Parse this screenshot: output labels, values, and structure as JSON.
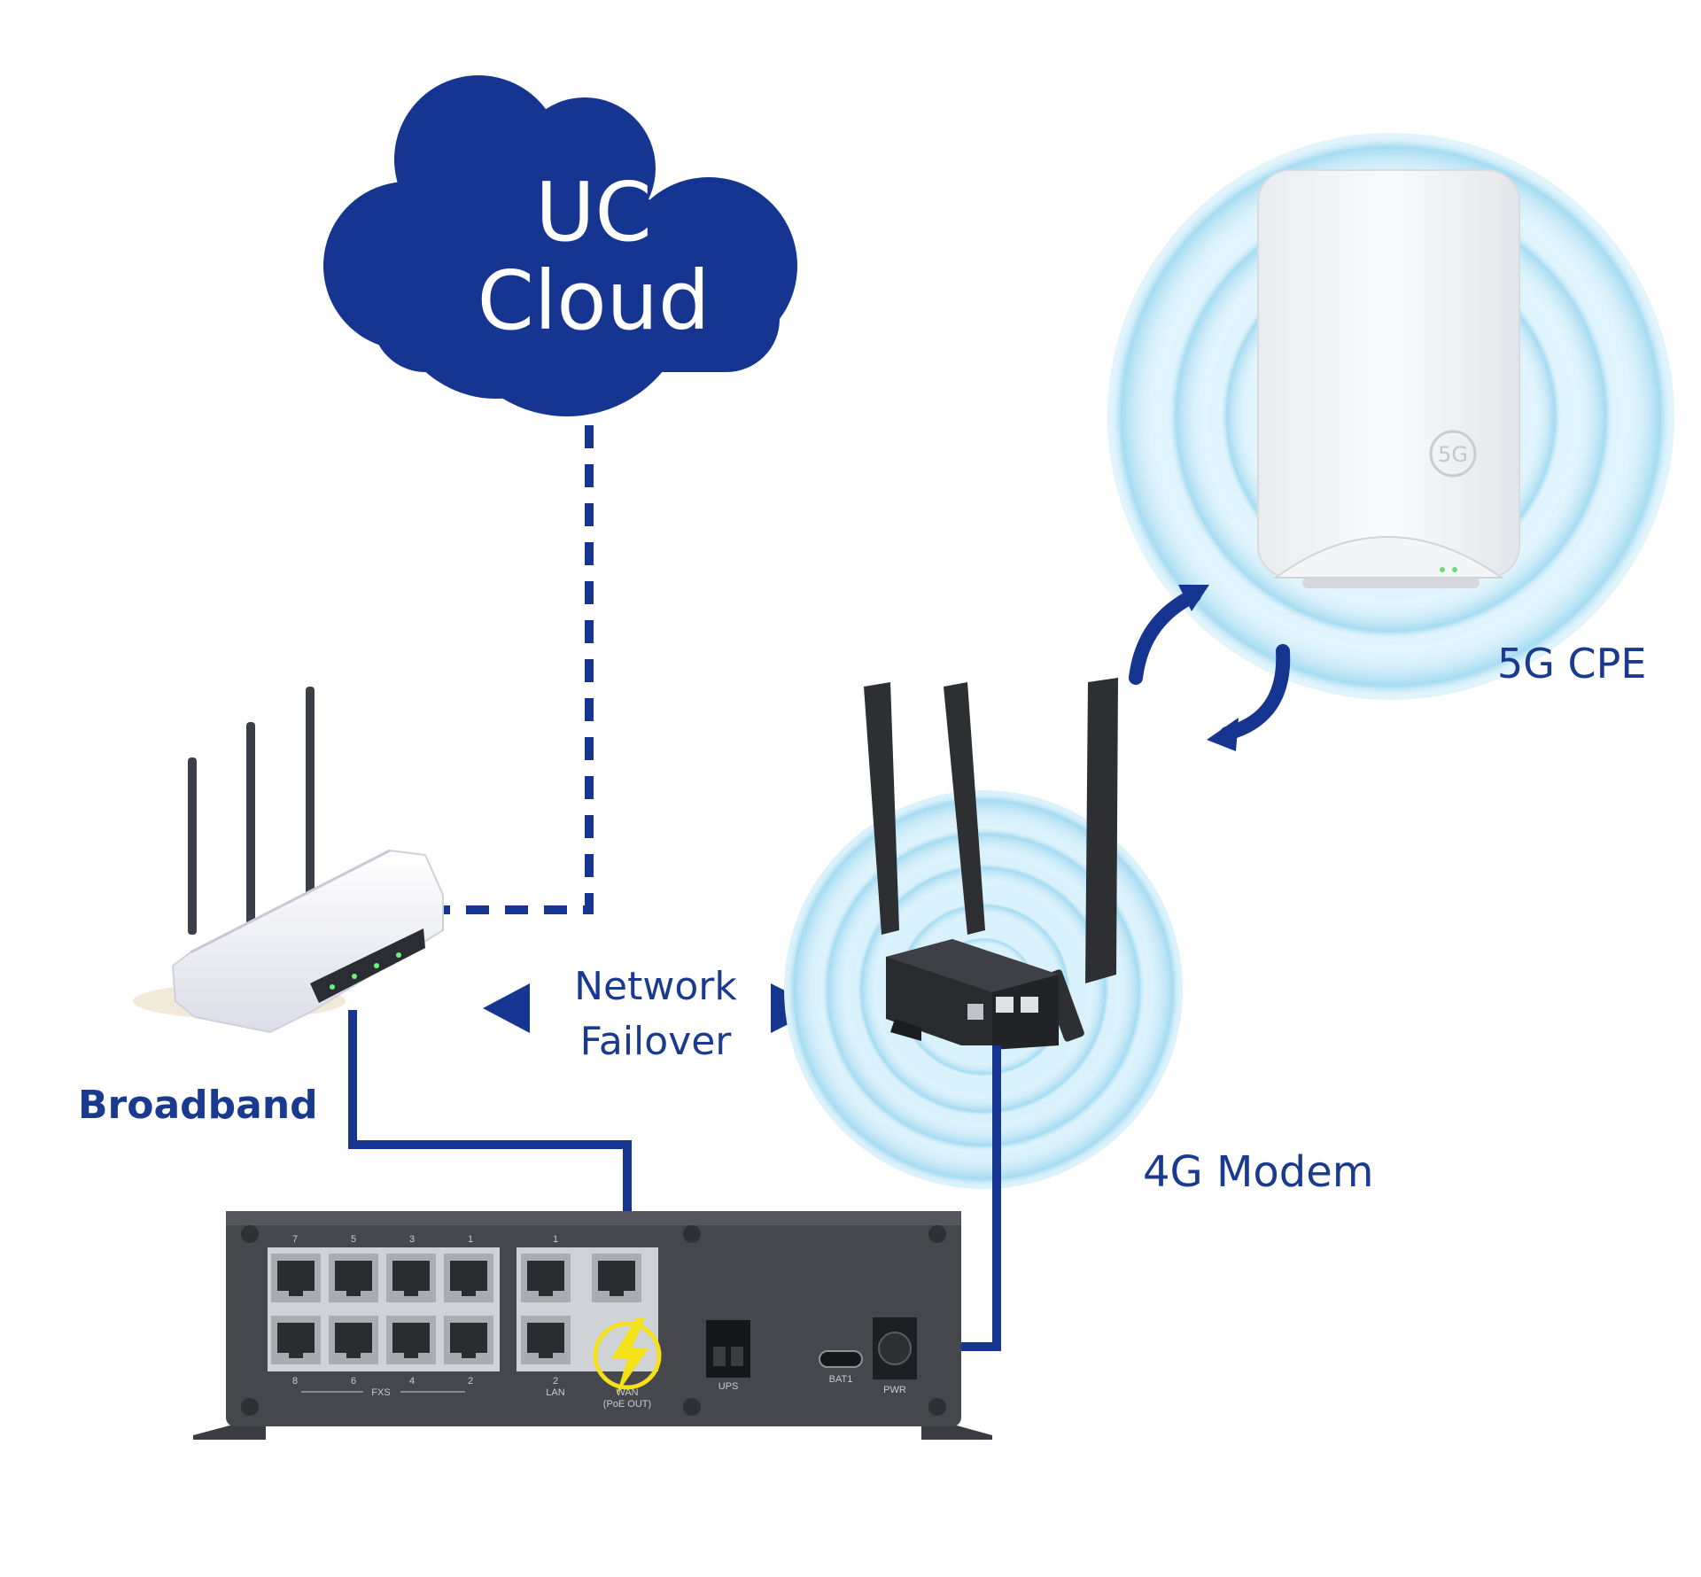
{
  "cloud": {
    "line1": "UC",
    "line2": "Cloud"
  },
  "labels": {
    "broadband": "Broadband",
    "cpe": "5G CPE",
    "modem": "4G Modem",
    "failover_line1": "Network",
    "failover_line2": "Failover"
  },
  "ports": {
    "fxs": "FXS",
    "lan": "LAN",
    "wan": "WAN",
    "poe": "(PoE OUT)",
    "ups": "UPS",
    "bat": "BAT1",
    "pwr": "PWR",
    "fxs_numbers_top": [
      "7",
      "5",
      "3",
      "1"
    ],
    "fxs_numbers_bottom": [
      "8",
      "6",
      "4",
      "2"
    ],
    "lan_number_top": "1",
    "lan_number_bottom": "2",
    "cpe_badge": "5G"
  },
  "colors": {
    "navy": "#163591",
    "label": "#1a3a8f",
    "glow": "#a8def3",
    "device_dark": "#3d3f44",
    "bolt": "#f4e11a"
  },
  "icons": [
    "cloud-icon",
    "router-icon",
    "modem-icon",
    "cpe-icon",
    "gateway-icon",
    "lightning-icon",
    "sync-arrows-icon"
  ]
}
